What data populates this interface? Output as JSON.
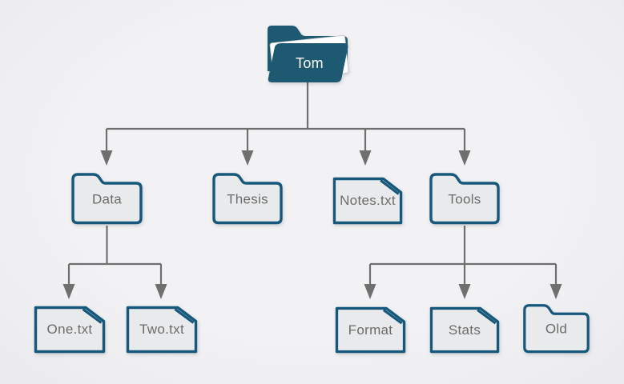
{
  "diagram": {
    "description": "File system tree diagram",
    "tree": {
      "root": {
        "label": "Tom",
        "type": "open-folder"
      },
      "children": [
        {
          "label": "Data",
          "type": "folder",
          "children": [
            {
              "label": "One.txt",
              "type": "file"
            },
            {
              "label": "Two.txt",
              "type": "file"
            }
          ]
        },
        {
          "label": "Thesis",
          "type": "folder"
        },
        {
          "label": "Notes.txt",
          "type": "file"
        },
        {
          "label": "Tools",
          "type": "folder",
          "children": [
            {
              "label": "Format",
              "type": "file"
            },
            {
              "label": "Stats",
              "type": "file"
            },
            {
              "label": "Old",
              "type": "folder"
            }
          ]
        }
      ]
    },
    "colors": {
      "background": "#f1f1f3",
      "accent_teal": "#1d5971",
      "shape_outline": "#16587c",
      "shape_fill": "#e9eaeb",
      "label_text": "#6b6b6b",
      "root_label_text": "#ffffff",
      "connector_line": "#6f6f6f"
    }
  }
}
